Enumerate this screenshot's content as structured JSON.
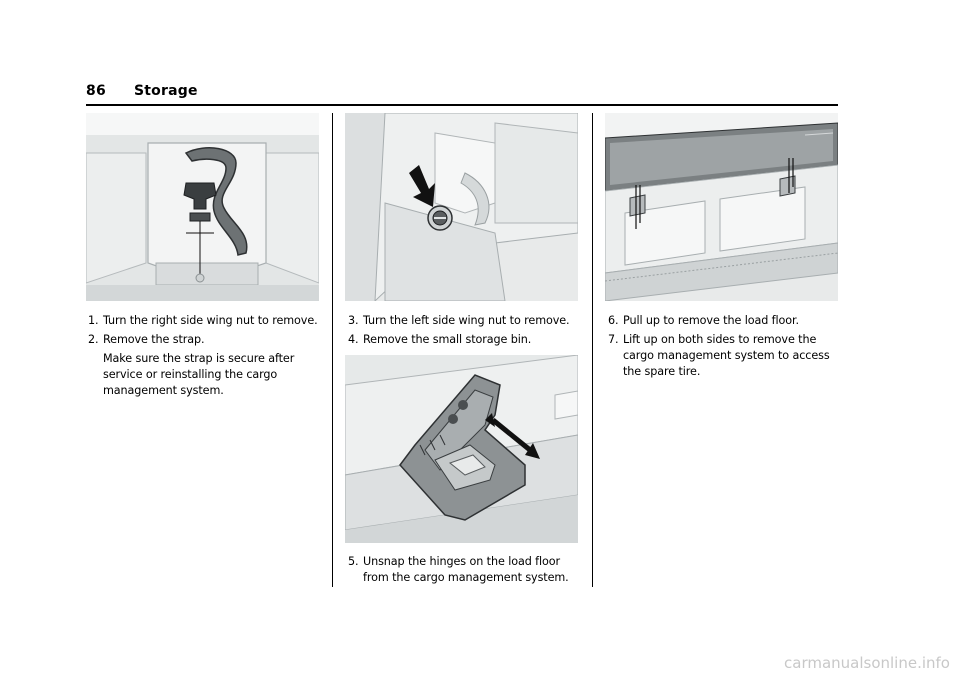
{
  "header": {
    "page_number": "86",
    "title": "Storage"
  },
  "columns": [
    {
      "steps": [
        {
          "number": "1.",
          "text": "Turn the right side wing nut to remove."
        },
        {
          "number": "2.",
          "text": "Remove the strap."
        }
      ],
      "note": "Make sure the strap is secure after service or reinstalling the cargo management system."
    },
    {
      "steps_top": [
        {
          "number": "3.",
          "text": "Turn the left side wing nut to remove."
        },
        {
          "number": "4.",
          "text": "Remove the small storage bin."
        }
      ],
      "steps_bottom": [
        {
          "number": "5.",
          "text": "Unsnap the hinges on the load floor from the cargo management system."
        }
      ]
    },
    {
      "steps": [
        {
          "number": "6.",
          "text": "Pull up to remove the load floor."
        },
        {
          "number": "7.",
          "text": "Lift up on both sides to remove the cargo management system to access the spare tire."
        }
      ]
    }
  ],
  "footer": {
    "watermark": "carmanualsonline.info"
  },
  "colors": {
    "illustration_fill": "#e6e8e8",
    "illustration_stroke": "#9aa0a2",
    "accent_dark": "#2e3133"
  }
}
